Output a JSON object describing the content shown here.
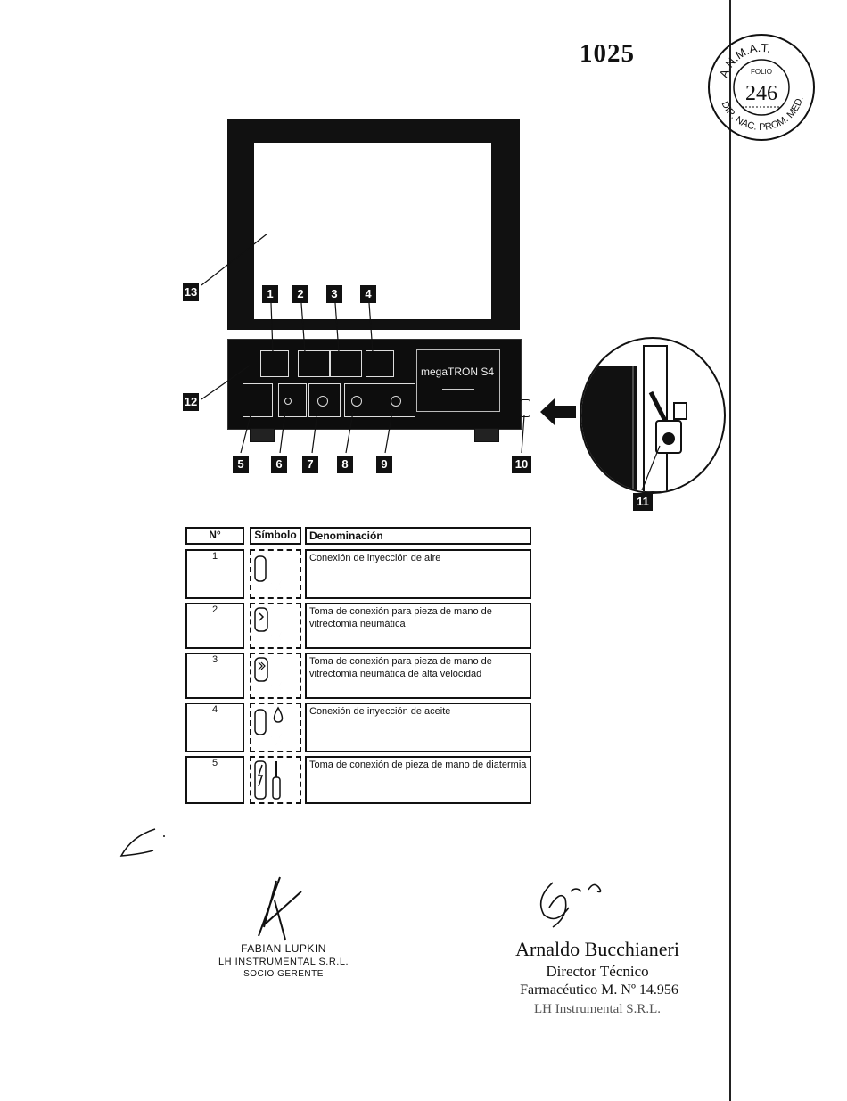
{
  "header": {
    "page_number": "1025",
    "stamp": {
      "top_text": "A.N.M.A.T.",
      "label": "FOLIO",
      "number": "246",
      "bottom_text": "DIR. NAC. PROM. MED."
    }
  },
  "figure": {
    "brand": "megaTRON S4",
    "callouts": [
      "1",
      "2",
      "3",
      "4",
      "5",
      "6",
      "7",
      "8",
      "9",
      "10",
      "11",
      "12",
      "13"
    ]
  },
  "table": {
    "headers": {
      "num": "N°",
      "symbol": "Símbolo",
      "name": "Denominación"
    },
    "rows": [
      {
        "num": "1",
        "name": "Conexión de inyección de aire",
        "symbol": "air-injection-icon"
      },
      {
        "num": "2",
        "name": "Toma de conexión para pieza de mano de vitrectomía neumática",
        "symbol": "pneumatic-vitrectomy-icon"
      },
      {
        "num": "3",
        "name": "Toma de conexión para pieza de mano de vitrectomía neumática de alta velocidad",
        "symbol": "high-speed-vitrectomy-icon"
      },
      {
        "num": "4",
        "name": "Conexión de inyección de aceite",
        "symbol": "oil-injection-icon"
      },
      {
        "num": "5",
        "name": "Toma de conexión de pieza de mano de diatermia",
        "symbol": "diathermy-icon"
      }
    ]
  },
  "signatures": {
    "left": {
      "name": "FABIAN LUPKIN",
      "company": "LH INSTRUMENTAL S.R.L.",
      "role": "SOCIO GERENTE"
    },
    "right": {
      "name": "Arnaldo Bucchianeri",
      "role": "Director Técnico",
      "license": "Farmacéutico M. Nº 14.956",
      "company": "LH Instrumental S.R.L."
    }
  }
}
